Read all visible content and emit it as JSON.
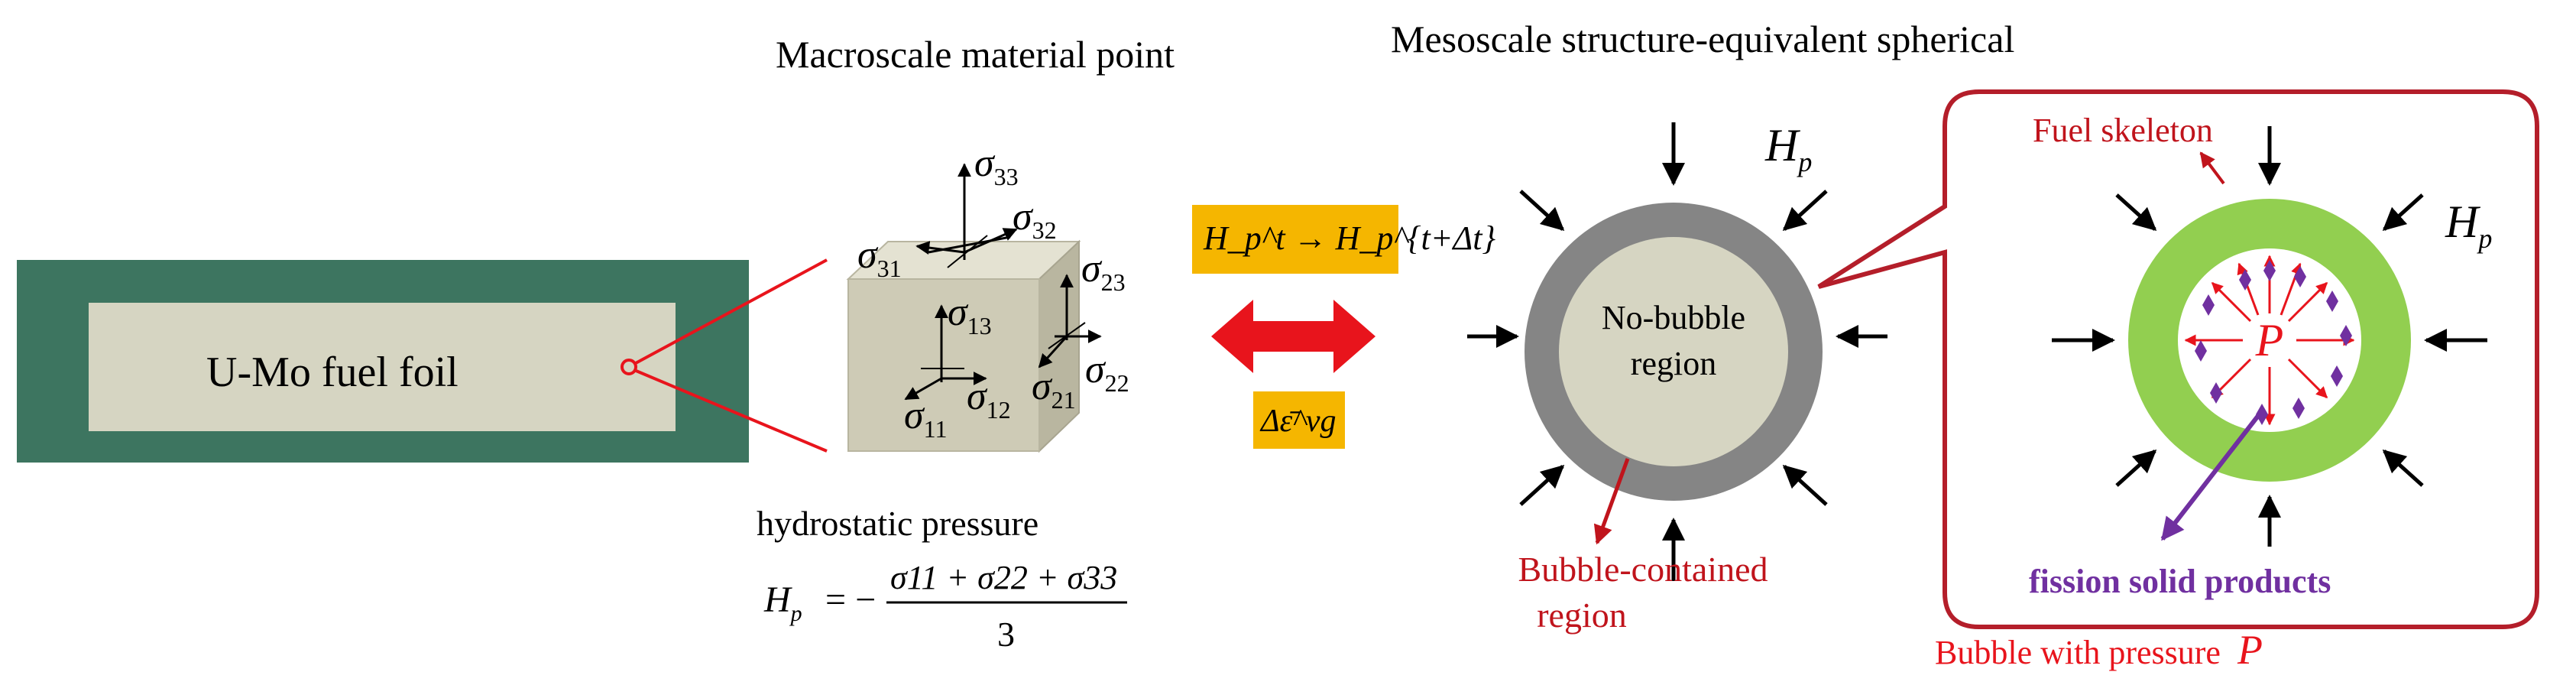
{
  "headings": {
    "macroscale": "Macroscale material point",
    "mesoscale": "Mesoscale structure-equivalent spherical"
  },
  "foil": {
    "label": "U-Mo fuel foil"
  },
  "stress_components": {
    "s33": "33",
    "s32": "32",
    "s31": "31",
    "s23": "23",
    "s13": "13",
    "s22": "22",
    "s21": "21",
    "s12": "12",
    "s11": "11",
    "sigma": "σ"
  },
  "hydrostatic": {
    "label": "hydrostatic pressure",
    "lhs": "H",
    "lhs_sub": "p",
    "equals": "= −",
    "numerator": "σ11 + σ22 + σ33",
    "denominator": "3"
  },
  "exchange": {
    "top_box": "H_p^t → H_p^{t+Δt}",
    "bottom_box": "Δε̄^vg"
  },
  "sphere": {
    "hp": "H",
    "hp_sub": "p",
    "inner_label_1": "No-bubble",
    "inner_label_2": "region",
    "outer_label_1": "Bubble-contained",
    "outer_label_2": "region"
  },
  "bubble": {
    "skeleton_label": "Fuel skeleton",
    "hp": "H",
    "hp_sub": "p",
    "pressure_symbol": "P",
    "products_label": "fission solid products",
    "caption": "Bubble with pressure",
    "caption_symbol": "P"
  },
  "colors": {
    "foil_outer": "#3d7560",
    "foil_inner": "#d6d5c2",
    "cube_face": "#cecbb6",
    "box_fill": "#f5b600",
    "double_arrow": "#e8141c",
    "sphere_outer": "#858585",
    "sphere_inner": "#d6d5c2",
    "callout_border": "#b41e2a",
    "skeleton_green": "#92cf50",
    "product_purple": "#7030a0",
    "red_label": "#c0141c"
  }
}
